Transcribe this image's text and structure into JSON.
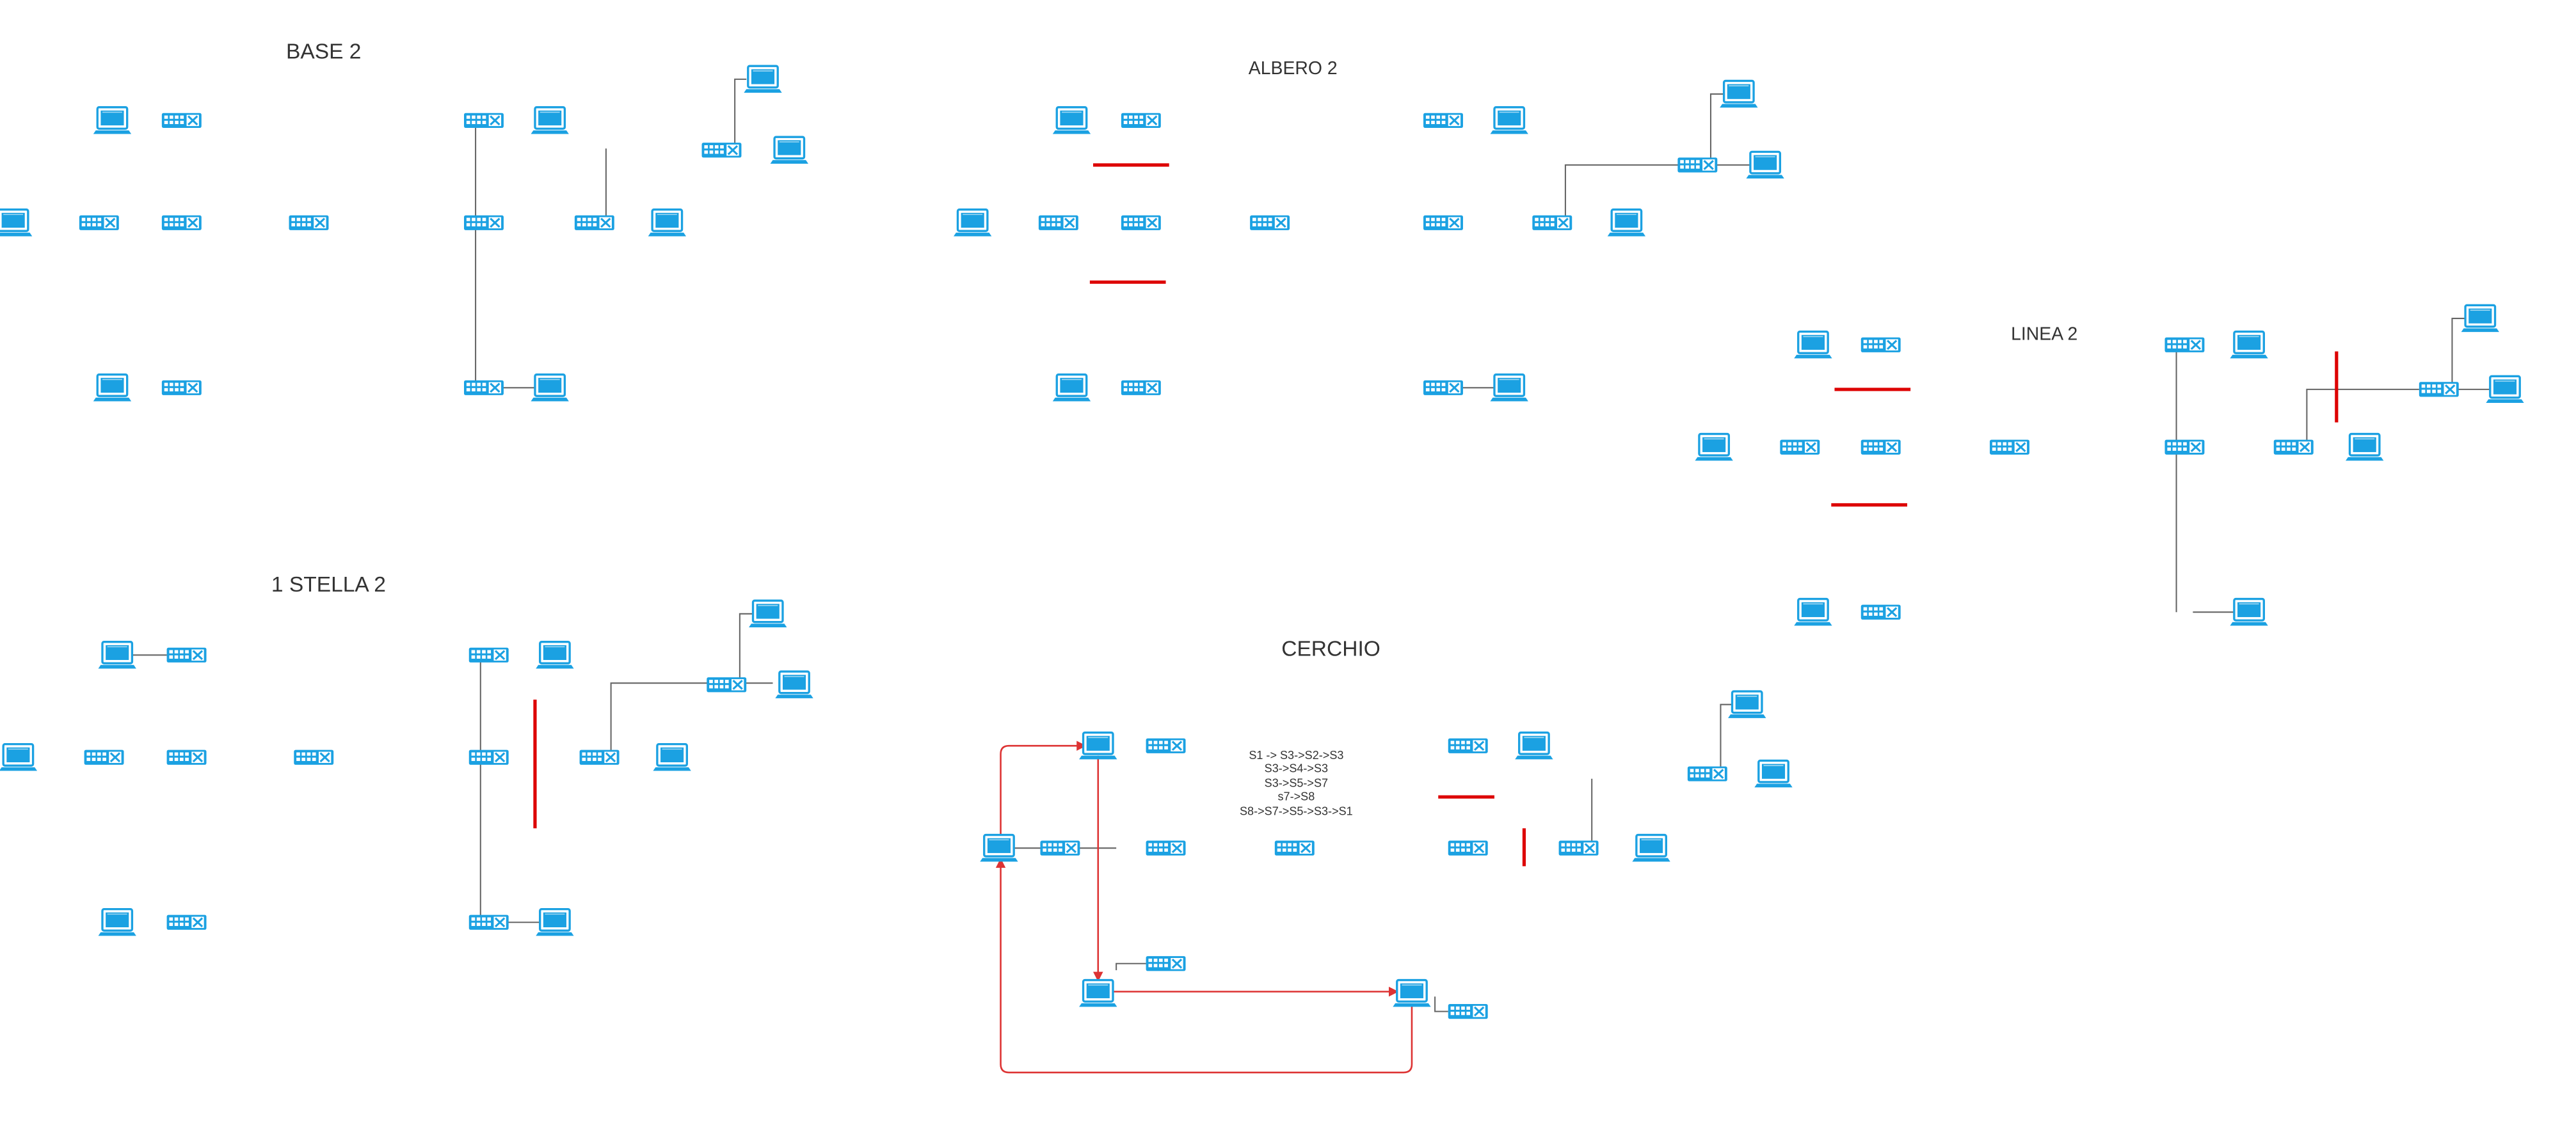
{
  "titles": {
    "base": "BASE 2",
    "albero": "ALBERO 2",
    "linea": "LINEA 2",
    "stella": "1 STELLA 2",
    "cerchio": "CERCHIO"
  },
  "cerchio_note": [
    "S1 -> S3->S2->S3",
    "S3->S4->S3",
    "S3->S5->S7",
    "s7->S8",
    "S8->S7->S5->S3->S1"
  ],
  "colors": {
    "switch": "#1ba1e2",
    "host": "#1ba1e2",
    "link": "#666666",
    "cut": "#dd0000",
    "route": "#dd3333",
    "text": "#333333"
  },
  "icons": {
    "switch": "network-switch-icon",
    "host": "computer-monitor-icon"
  }
}
